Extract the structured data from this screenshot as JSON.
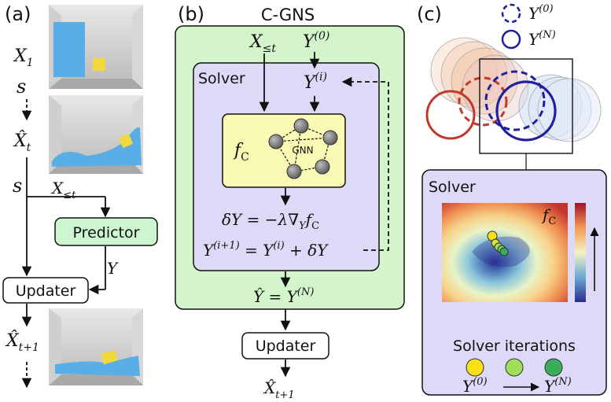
{
  "panels": {
    "a": {
      "label": "(a)"
    },
    "b": {
      "label": "(b)"
    },
    "c": {
      "label": "(c)"
    }
  },
  "panel_a": {
    "x1": "X",
    "x1_sub": "1",
    "s_top": "s",
    "xhat_t": "X̂",
    "xhat_t_sub": "t",
    "s_mid": "s",
    "x_le_t": "X",
    "x_le_t_sub": "≤t",
    "predictor": "Predictor",
    "y": "Y",
    "updater": "Updater",
    "xhat_t1": "X̂",
    "xhat_t1_sub": "t+1"
  },
  "panel_b": {
    "title": "C-GNS",
    "x_le_t": "X",
    "x_le_t_sub": "≤t",
    "y0": "Y",
    "y0_sup": "(0)",
    "solver": "Solver",
    "yi": "Y",
    "yi_sup": "(i)",
    "f_c": "f",
    "f_c_sub": "C",
    "gnn": "GNN",
    "delta_eq": "δY = −λ∇",
    "delta_eq_sub": "Y",
    "delta_eq_tail": "f",
    "delta_eq_tail_sub": "C",
    "update_lhs": "Y",
    "update_lhs_sup": "(i+1)",
    "update_mid": " = Y",
    "update_mid_sup": "(i)",
    "update_tail": " + δY",
    "yhat_eq": "Ŷ = Y",
    "yhat_eq_sup": "(N)",
    "updater": "Updater",
    "xhat_t1": "X̂",
    "xhat_t1_sub": "t+1"
  },
  "panel_c": {
    "legend_y0": "Y",
    "legend_y0_sup": "(0)",
    "legend_yn": "Y",
    "legend_yn_sup": "(N)",
    "solver": "Solver",
    "f_c": "f",
    "f_c_sub": "C",
    "iterations_title": "Solver iterations",
    "from": "Y",
    "from_sup": "(0)",
    "to": "Y",
    "to_sup": "(N)"
  },
  "colors": {
    "cgns_bg": "#d4f5cc",
    "solver_bg": "#dcdaf7",
    "fc_bg": "#fafab4",
    "predictor_bg": "#cdf5cf",
    "panel_c_bg": "#dcdaf7",
    "init_circle": "#c0392b",
    "final_circle": "#1f1fa0",
    "iter_1": "#f7e017",
    "iter_2": "#9fde56",
    "iter_3": "#3aad5a"
  }
}
